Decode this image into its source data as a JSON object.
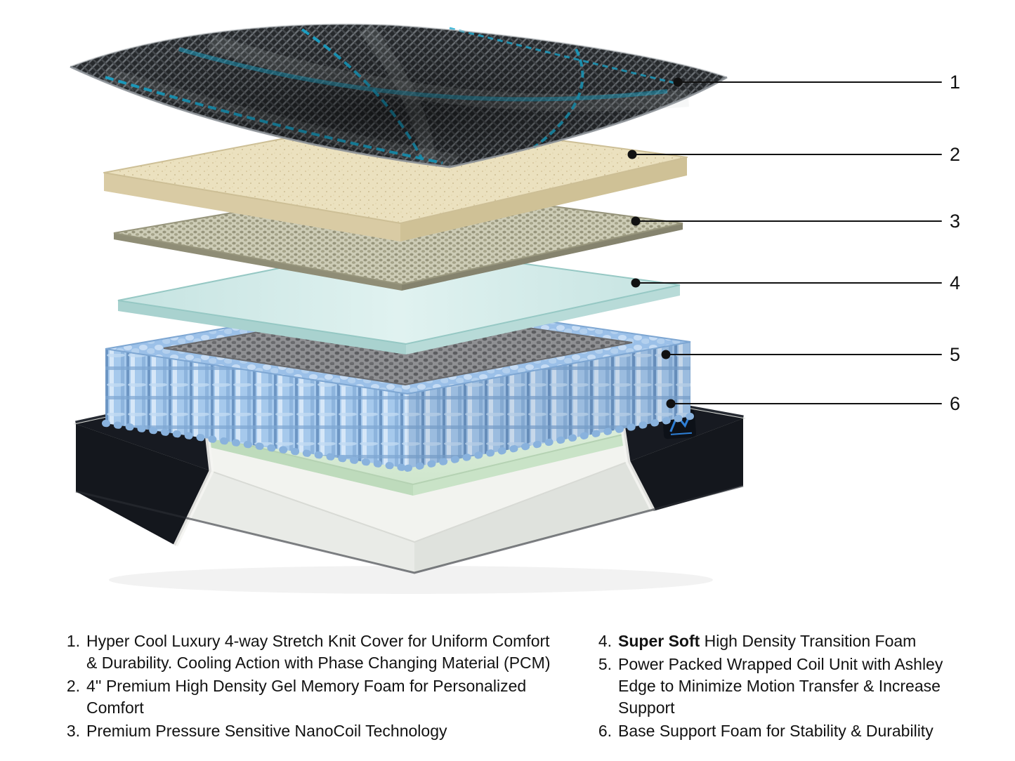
{
  "callouts": [
    {
      "num": "1"
    },
    {
      "num": "2"
    },
    {
      "num": "3"
    },
    {
      "num": "4"
    },
    {
      "num": "5"
    },
    {
      "num": "6"
    }
  ],
  "legend": {
    "left": [
      {
        "num": "1.",
        "bold": "",
        "text": "Hyper Cool Luxury 4-way Stretch Knit Cover for Uniform Comfort & Durability. Cooling Action with Phase Changing Material (PCM)"
      },
      {
        "num": "2.",
        "bold": "",
        "text": "4'' Premium High Density Gel Memory Foam for Personalized Comfort"
      },
      {
        "num": "3.",
        "bold": "",
        "text": "Premium Pressure Sensitive NanoCoil Technology"
      }
    ],
    "right": [
      {
        "num": "4.",
        "bold": "Super Soft",
        "text": " High Density Transition Foam"
      },
      {
        "num": "5.",
        "bold": "",
        "text": "Power Packed Wrapped Coil Unit with Ashley Edge to Minimize Motion Transfer & Increase Support"
      },
      {
        "num": "6.",
        "bold": "",
        "text": "Base Support Foam for Stability & Durability"
      }
    ]
  },
  "colors": {
    "knit_accent_teal": "#1aa9cf",
    "memory_foam_tan": "#ebe1bf",
    "nanocoil_olive": "#a5a389",
    "transition_foam_aqua": "#cde9e7",
    "coil_blue": "#a6c9ec",
    "coil_mesh_gray": "#8f9093",
    "base_foam_green": "#dcefda",
    "base_shell_dark": "#171a21",
    "logo_blue": "#2e7fd6"
  }
}
